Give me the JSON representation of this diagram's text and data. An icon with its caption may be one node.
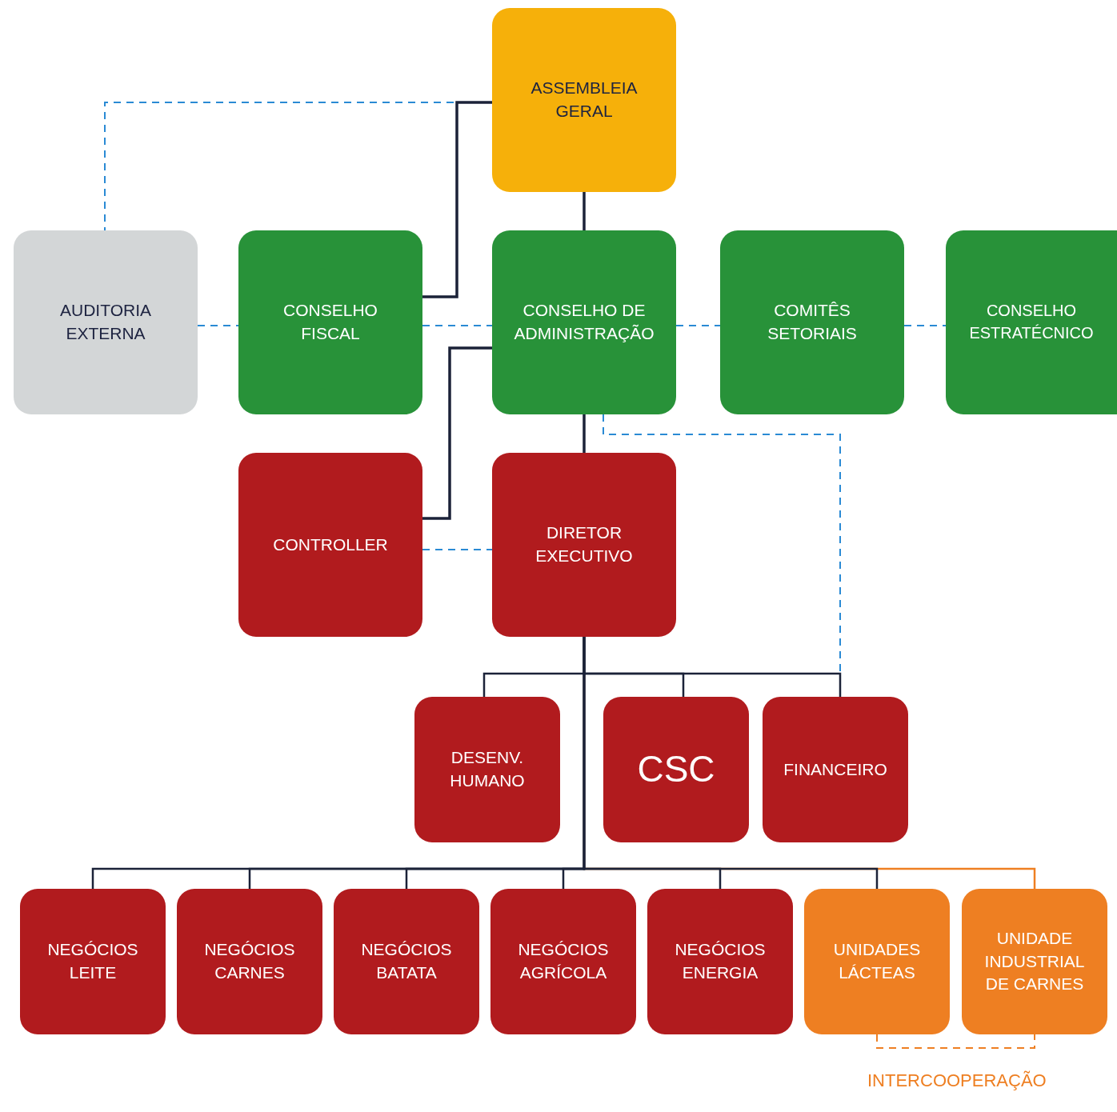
{
  "diagram": {
    "nodes": [
      {
        "text": [
          "ASSEMBLEIA GERAL"
        ]
      },
      {
        "text": [
          "AUDITORIA EXTERNA"
        ]
      },
      {
        "text": [
          "CONSELHO FISCAL"
        ]
      },
      {
        "text": [
          "CONSELHO DE ADMINISTRAÇÃO"
        ]
      },
      {
        "text": [
          "COMITÊS SETORIAIS"
        ]
      },
      {
        "text": [
          "CONSELHO ESTRATÉCNICO"
        ]
      },
      {
        "text": [
          "CONTROLLER"
        ]
      },
      {
        "text": [
          "DIRETOR EXECUTIVO"
        ]
      },
      {
        "text": [
          "DESENV. HUMANO"
        ]
      },
      {
        "text": [
          "CSC"
        ]
      },
      {
        "text": [
          "FINANCEIRO"
        ]
      },
      {
        "text": [
          "NEGÓCIOS LEITE"
        ]
      },
      {
        "text": [
          "NEGÓCIOS CARNES"
        ]
      },
      {
        "text": [
          "NEGÓCIOS BATATA"
        ]
      },
      {
        "text": [
          "NEGÓCIOS AGRÍCOLA"
        ]
      },
      {
        "text": [
          "NEGÓCIOS ENERGIA"
        ]
      },
      {
        "text": [
          "UNIDADES LÁCTEAS"
        ]
      },
      {
        "text": [
          "UNIDADE INDUSTRIAL DE CARNES"
        ]
      }
    ],
    "edges": [
      {
        "from": 0,
        "to": 3,
        "arrow": "none"
      },
      {
        "from": 0,
        "to": 2,
        "arrow": "none"
      },
      {
        "from": 0,
        "to": 1,
        "arrow": "none",
        "style": "dashed",
        "color": "#2a8ad4"
      },
      {
        "from": 1,
        "to": 2,
        "arrow": "none",
        "style": "dashed",
        "color": "#2a8ad4"
      },
      {
        "from": 2,
        "to": 3,
        "arrow": "none",
        "style": "dashed",
        "color": "#2a8ad4"
      },
      {
        "from": 3,
        "to": 4,
        "arrow": "none",
        "style": "dashed",
        "color": "#2a8ad4"
      },
      {
        "from": 4,
        "to": 5,
        "arrow": "none",
        "style": "dashed",
        "color": "#2a8ad4"
      },
      {
        "from": 3,
        "to": 6,
        "arrow": "none"
      },
      {
        "from": 3,
        "to": 7,
        "arrow": "none"
      },
      {
        "from": 6,
        "to": 7,
        "arrow": "none",
        "style": "dashed",
        "color": "#2a8ad4"
      },
      {
        "from": 3,
        "to": 10,
        "arrow": "none",
        "style": "dashed",
        "color": "#2a8ad4"
      },
      {
        "from": 7,
        "to": 8,
        "arrow": "none"
      },
      {
        "from": 7,
        "to": 9,
        "arrow": "none"
      },
      {
        "from": 7,
        "to": 10,
        "arrow": "none"
      },
      {
        "from": 7,
        "to": 11,
        "arrow": "none"
      },
      {
        "from": 7,
        "to": 12,
        "arrow": "none"
      },
      {
        "from": 7,
        "to": 13,
        "arrow": "none"
      },
      {
        "from": 7,
        "to": 14,
        "arrow": "none"
      },
      {
        "from": 7,
        "to": 15,
        "arrow": "none"
      },
      {
        "from": 7,
        "to": 16,
        "arrow": "none"
      },
      {
        "from": 7,
        "to": 17,
        "arrow": "none",
        "color": "#ee7f22"
      },
      {
        "from": 16,
        "to": 17,
        "arrow": "none",
        "style": "dashed",
        "color": "#ee7f22"
      }
    ],
    "labels": [
      "INTERCOOPERAÇÃO"
    ]
  }
}
